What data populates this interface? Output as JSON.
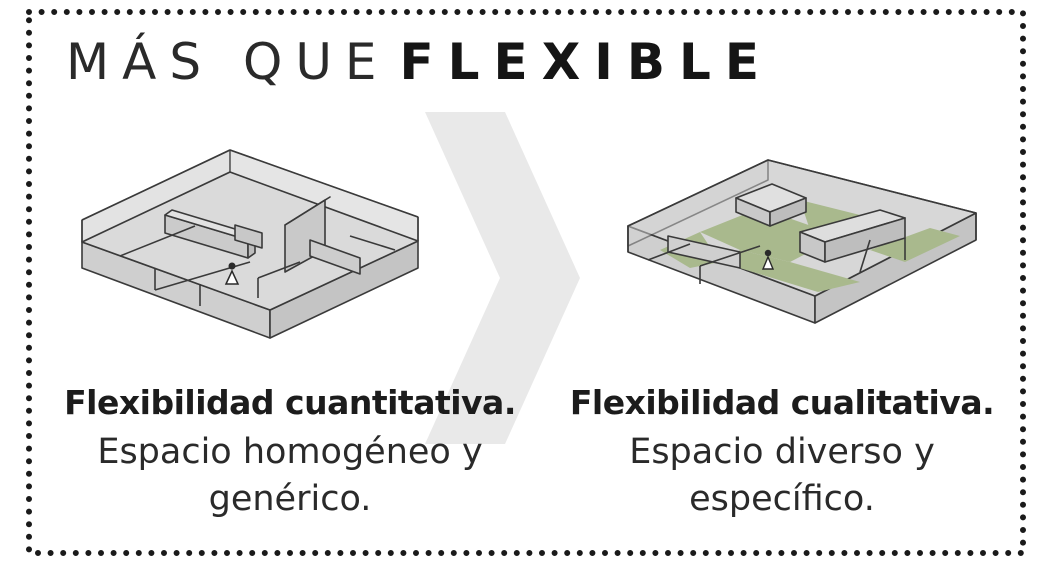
{
  "title": {
    "light": "MÁS QUE",
    "bold": "FLEXIBLE"
  },
  "left": {
    "heading": "Flexibilidad cuantitativa.",
    "body_line1": "Espacio homogéneo y",
    "body_line2": "genérico."
  },
  "right": {
    "heading": "Flexibilidad cualitativa.",
    "body_line1": "Espacio diverso y",
    "body_line2": "específico."
  },
  "colors": {
    "border_dots": "#1a1a1a",
    "arrow": "#e7e7e7",
    "box_fill": "#d6d6d6",
    "box_stroke": "#3a3a3a",
    "green_floor": "#a9b98d"
  }
}
